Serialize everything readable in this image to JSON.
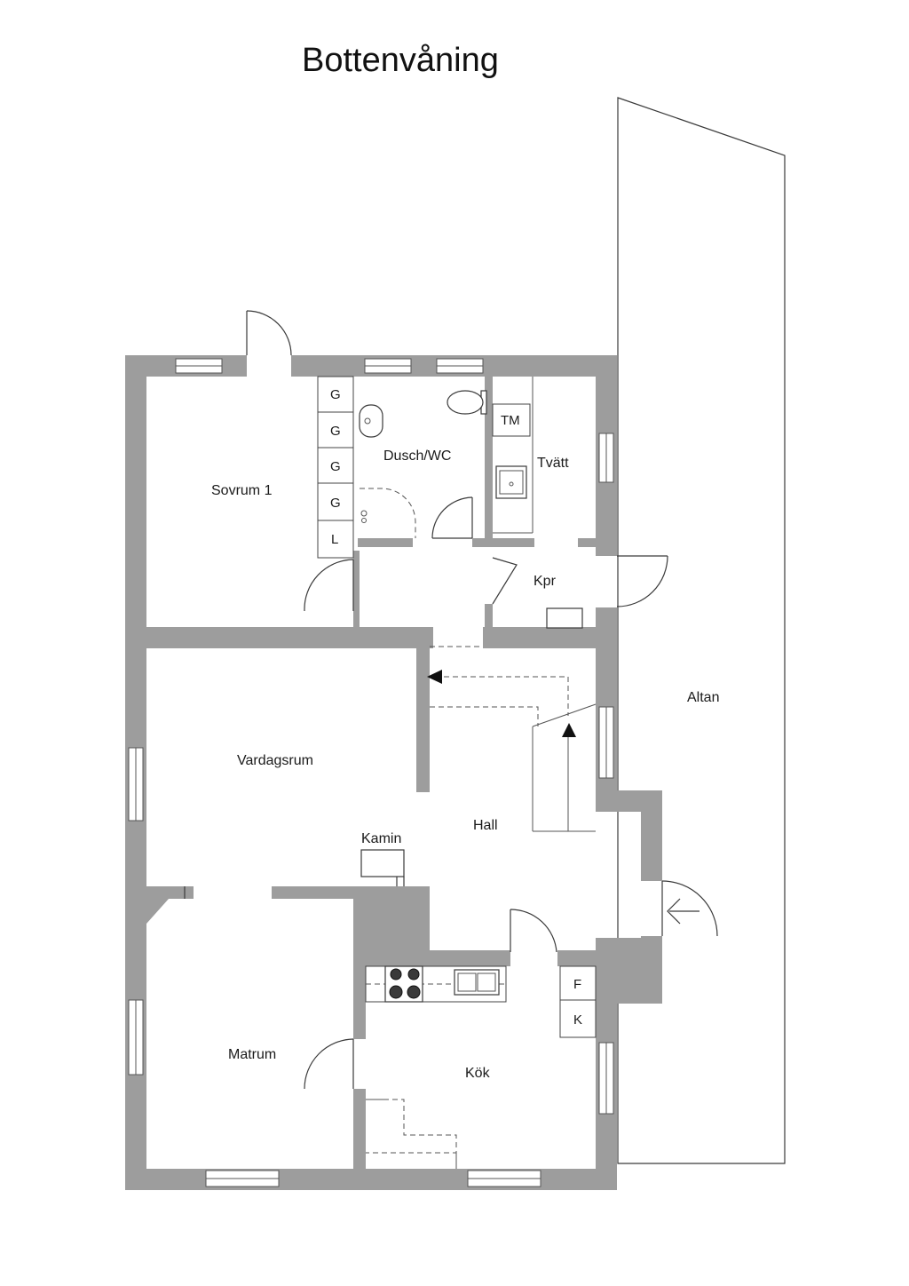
{
  "title": "Bottenvåning",
  "rooms": {
    "sovrum": "Sovrum 1",
    "dusch": "Dusch/WC",
    "tvatt": "Tvätt",
    "kpr": "Kpr",
    "altan": "Altan",
    "vardagsrum": "Vardagsrum",
    "hall": "Hall",
    "kamin": "Kamin",
    "matrum": "Matrum",
    "kok": "Kök"
  },
  "wardrobe_labels": [
    "G",
    "G",
    "G",
    "G",
    "L"
  ],
  "laundry_label": "TM",
  "kitchen_labels": {
    "fridge": "F",
    "freezer": "K"
  },
  "colors": {
    "wall": "#9d9d9d",
    "line": "#3a3a3a",
    "background": "#ffffff"
  }
}
